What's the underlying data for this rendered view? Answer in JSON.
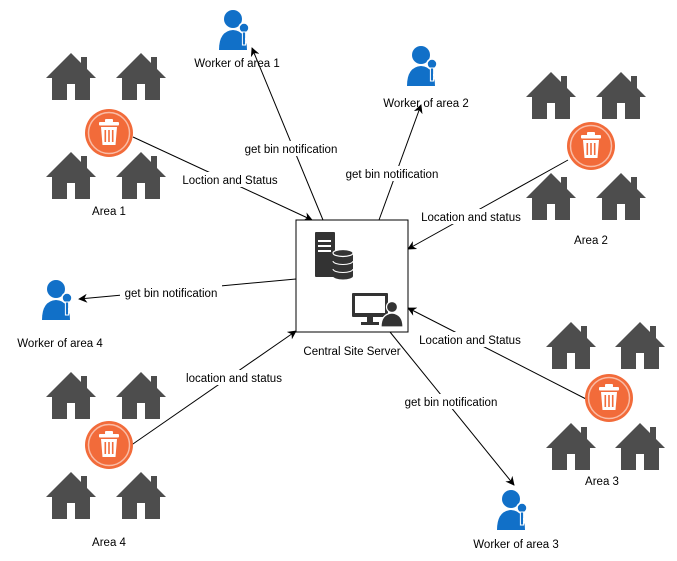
{
  "colors": {
    "house": "#4d4d4d",
    "bin_badge": "#f26b3a",
    "worker": "#1170c8",
    "line": "#000000",
    "server_icon": "#333333"
  },
  "server": {
    "label": "Central Site Server",
    "icons": [
      "server-database-icon",
      "admin-computer-icon"
    ]
  },
  "areas": [
    {
      "id": "area-1",
      "label": "Area 1"
    },
    {
      "id": "area-2",
      "label": "Area 2"
    },
    {
      "id": "area-3",
      "label": "Area 3"
    },
    {
      "id": "area-4",
      "label": "Area 4"
    }
  ],
  "workers": [
    {
      "id": "worker-1",
      "label": "Worker of area 1"
    },
    {
      "id": "worker-2",
      "label": "Worker of area 2"
    },
    {
      "id": "worker-3",
      "label": "Worker of area 3"
    },
    {
      "id": "worker-4",
      "label": "Worker of area 4"
    }
  ],
  "edges": {
    "area1_to_server": "Loction and Status",
    "area2_to_server": "Location and status",
    "area3_to_server": "Location and Status",
    "area4_to_server": "location and status",
    "server_to_worker1": "get bin notification",
    "server_to_worker2": "get bin notification",
    "server_to_worker3": "get bin notification",
    "server_to_worker4": "get bin notification"
  }
}
